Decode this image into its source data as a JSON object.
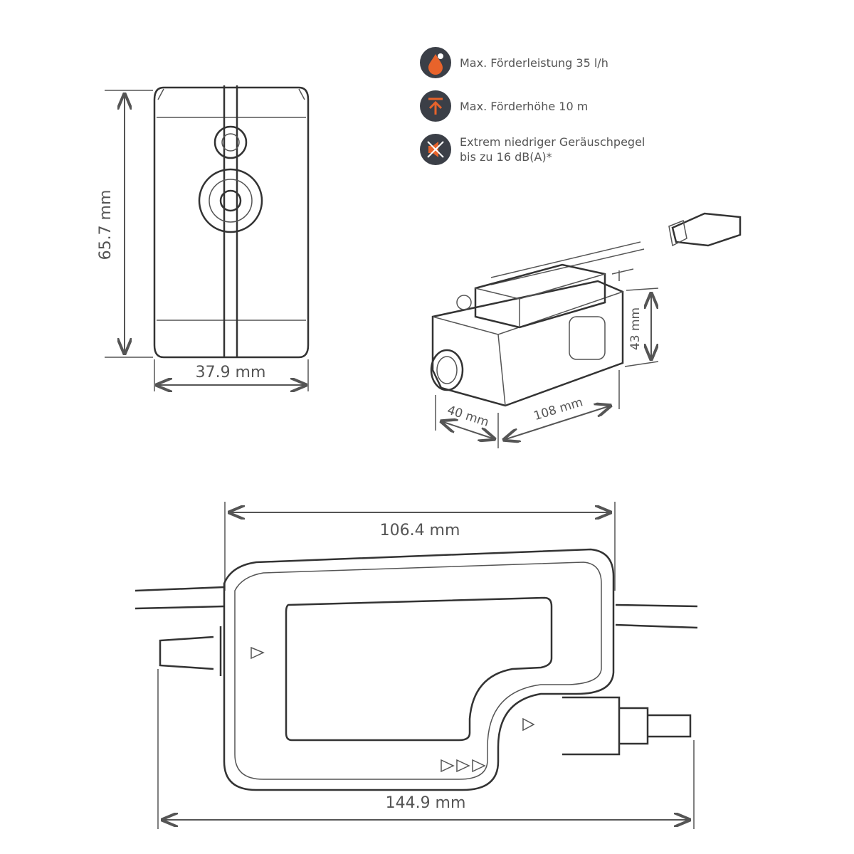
{
  "features": [
    {
      "icon": "water-drop-icon",
      "text": "Max. Förderleistung 35 l/h"
    },
    {
      "icon": "lift-height-arrow-icon",
      "text": "Max. Förderhöhe 10 m"
    },
    {
      "icon": "muted-speaker-icon",
      "line1": "Extrem niedriger Geräuschpegel",
      "line2": "bis zu 16 dB(A)*"
    }
  ],
  "front_view": {
    "height_label": "65.7 mm",
    "width_label": "37.9 mm"
  },
  "iso_view": {
    "height_label": "43 mm",
    "depth_label": "40 mm",
    "length_label": "108 mm"
  },
  "top_view": {
    "body_length_label": "106.4 mm",
    "total_length_label": "144.9 mm"
  },
  "colors": {
    "accent": "#e8632b",
    "icon_bg": "#3b3f47"
  }
}
